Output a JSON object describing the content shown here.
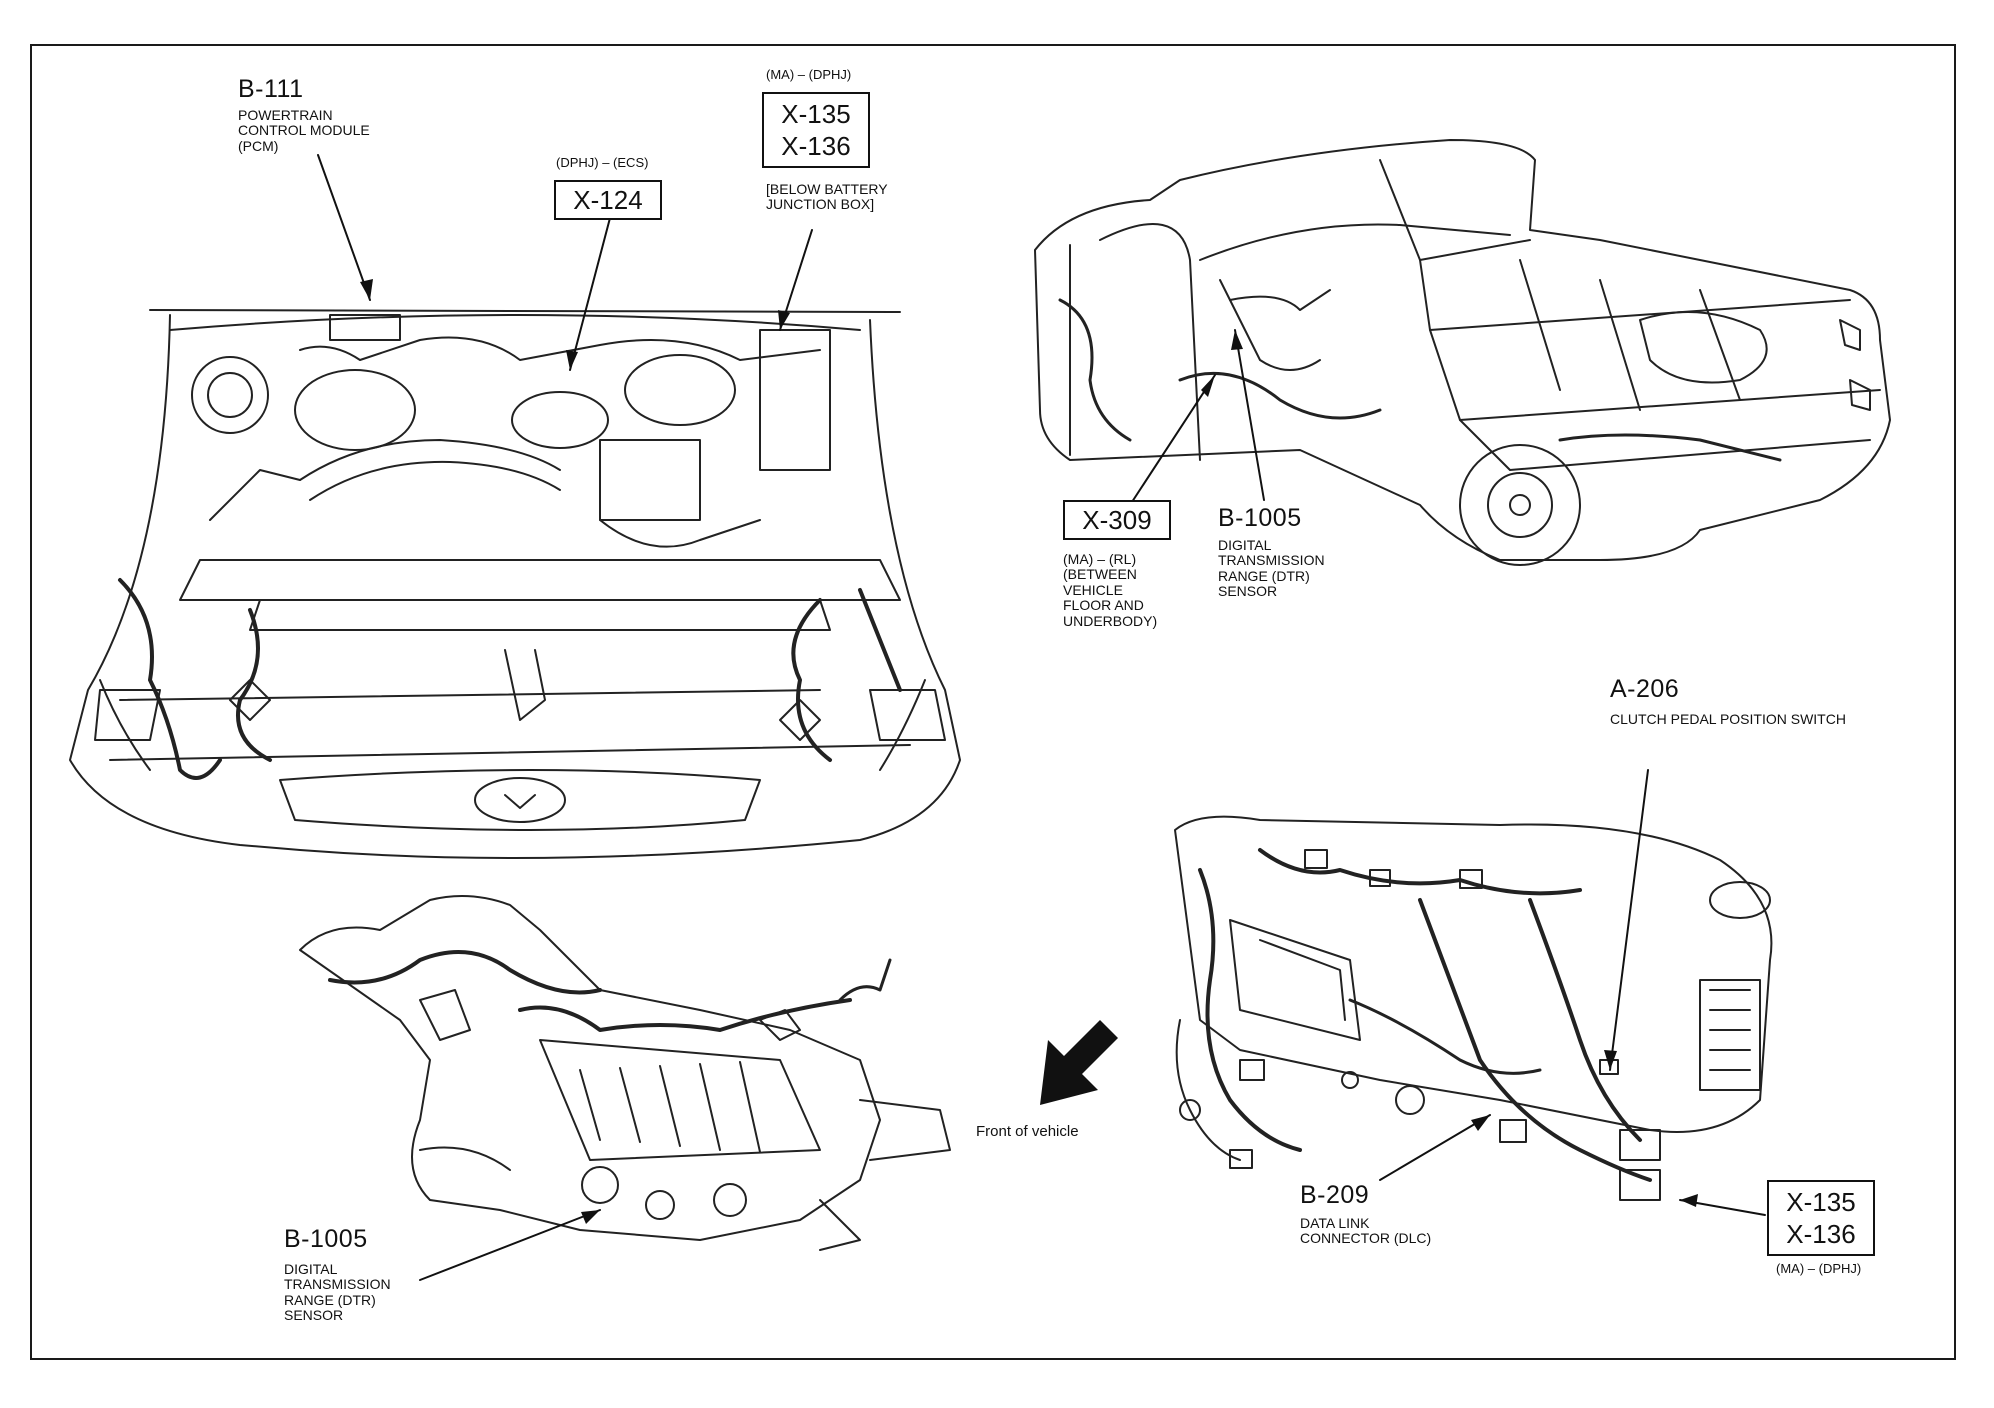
{
  "labels": {
    "b111": {
      "code": "B-111",
      "desc": [
        "POWERTRAIN",
        "CONTROL MODULE",
        "(PCM)"
      ]
    },
    "x124": {
      "note": "(DPHJ) – (ECS)",
      "code": "X-124"
    },
    "x135_top": {
      "note_top": "(MA) – (DPHJ)",
      "codes": [
        "X-135",
        "X-136"
      ],
      "desc": [
        "[BELOW BATTERY",
        "JUNCTION BOX]"
      ]
    },
    "x309": {
      "code": "X-309",
      "desc": [
        "(MA) – (RL)",
        "(BETWEEN",
        "VEHICLE",
        "FLOOR AND",
        "UNDERBODY)"
      ]
    },
    "b1005_top": {
      "code": "B-1005",
      "desc": [
        "DIGITAL",
        "TRANSMISSION",
        "RANGE (DTR)",
        "SENSOR"
      ]
    },
    "a206": {
      "code": "A-206",
      "desc": "CLUTCH PEDAL POSITION  SWITCH"
    },
    "b1005_bottom": {
      "code": "B-1005",
      "desc": [
        "DIGITAL",
        "TRANSMISSION",
        "RANGE (DTR)",
        "SENSOR"
      ]
    },
    "b209": {
      "code": "B-209",
      "desc": [
        "DATA LINK",
        "CONNECTOR (DLC)"
      ]
    },
    "x135_bottom": {
      "codes": [
        "X-135",
        "X-136"
      ],
      "note": "(MA) – (DPHJ)"
    },
    "front": "Front of vehicle"
  }
}
